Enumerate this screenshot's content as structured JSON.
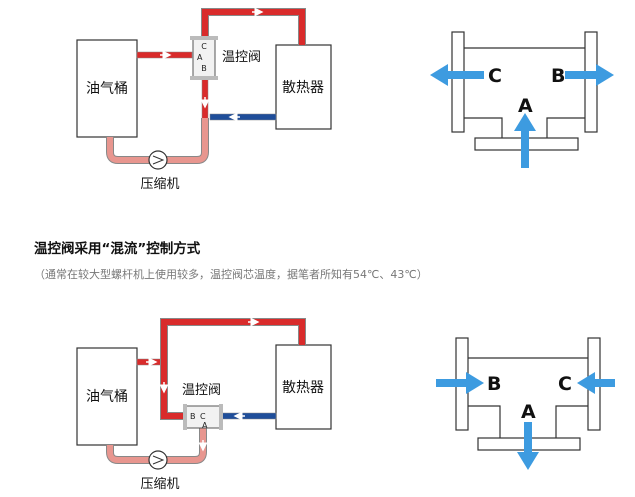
{
  "top_diagram": {
    "oil_tank": "油气桶",
    "valve": "温控阀",
    "radiator": "散热器",
    "compressor": "压缩机",
    "port_a": "A",
    "port_b": "B",
    "port_c": "C",
    "valve_body": {
      "port_a": "A",
      "port_b": "B",
      "port_c": "C"
    }
  },
  "heading": "温控阀采用“混流”控制方式",
  "note": "（通常在较大型螺杆机上使用较多，温控阀芯温度，据笔者所知有54℃、43℃）",
  "bottom_diagram": {
    "oil_tank": "油气桶",
    "valve": "温控阀",
    "radiator": "散热器",
    "compressor": "压缩机",
    "port_a": "A",
    "port_b": "B",
    "port_c": "C",
    "valve_body": {
      "port_a": "A",
      "port_b": "B",
      "port_c": "C"
    }
  },
  "colors": {
    "hot_pipe": "#d92b2b",
    "warm_pipe": "#e8968f",
    "cool_pipe": "#1f4e9a",
    "flow_arrow": "#3d9be0",
    "pipe_outline": "#888888"
  }
}
